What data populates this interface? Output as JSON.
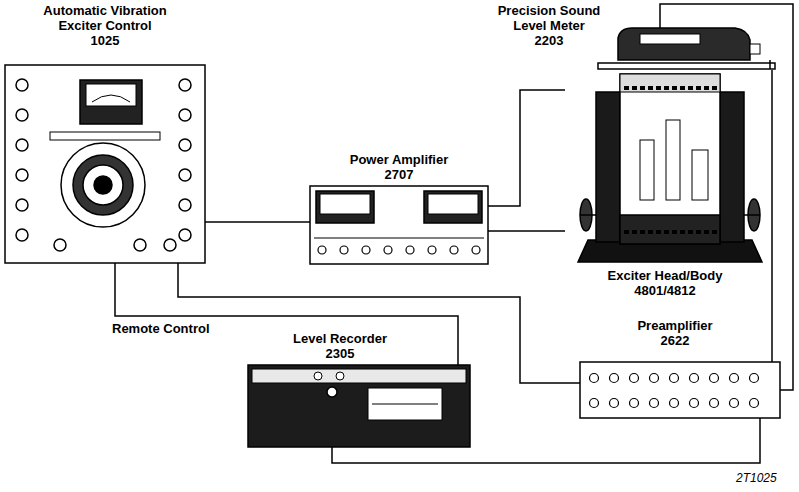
{
  "diagram": {
    "nodes": [
      {
        "text": [
          "Automatic Vibration Exciter Control",
          "1025"
        ]
      },
      {
        "text": [
          "Power Amplifier",
          "2707"
        ]
      },
      {
        "text": [
          "Precision Sound Level Meter",
          "2203"
        ]
      },
      {
        "text": [
          "Exciter Head/Body",
          "4801/4812"
        ]
      },
      {
        "text": [
          "Preamplifier",
          "2622"
        ]
      },
      {
        "text": [
          "Level Recorder",
          "2305"
        ]
      }
    ],
    "edges": [
      {
        "from": 0,
        "to": 1,
        "arrow": "none"
      },
      {
        "from": 1,
        "to": 3,
        "arrow": "none"
      },
      {
        "from": 1,
        "to": 3,
        "arrow": "none"
      },
      {
        "from": 2,
        "to": 4,
        "arrow": "none"
      },
      {
        "from": 2,
        "to": 4,
        "arrow": "none"
      },
      {
        "from": 0,
        "to": 5,
        "label": "Remote Control",
        "arrow": "none"
      },
      {
        "from": 0,
        "to": 4,
        "arrow": "none"
      },
      {
        "from": 5,
        "to": 4,
        "arrow": "none"
      }
    ],
    "labels": [
      "2T1025"
    ]
  }
}
